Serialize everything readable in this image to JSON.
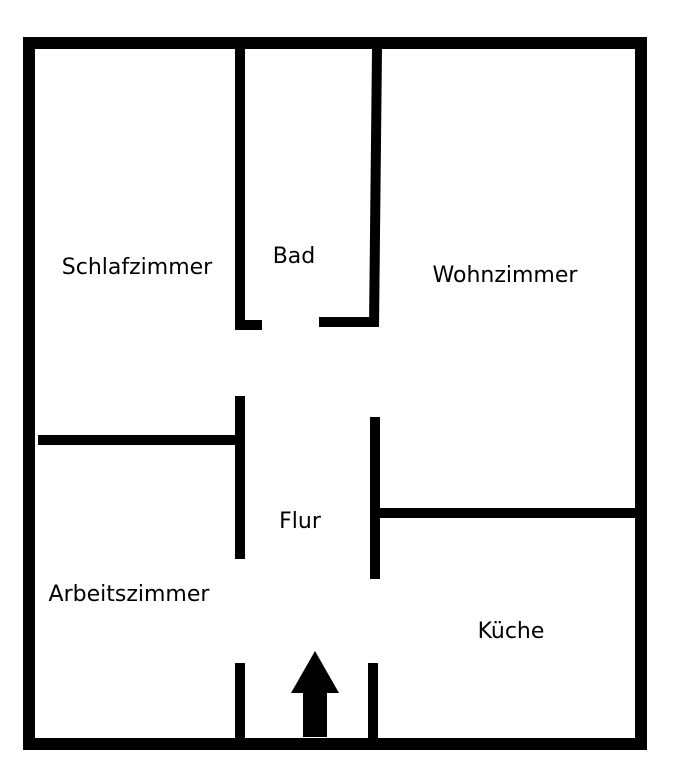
{
  "rooms": {
    "bedroom": "Schlafzimmer",
    "bathroom": "Bad",
    "living_room": "Wohnzimmer",
    "hallway": "Flur",
    "study": "Arbeitszimmer",
    "kitchen": "Küche"
  },
  "colors": {
    "wall": "#000000",
    "background": "#ffffff"
  },
  "icons": {
    "entrance": "arrow-up-icon"
  }
}
